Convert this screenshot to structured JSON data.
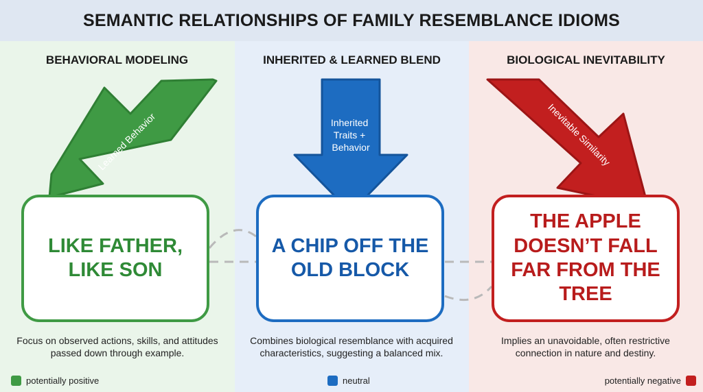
{
  "title": "SEMANTIC RELATIONSHIPS OF FAMILY RESEMBLANCE IDIOMS",
  "colors": {
    "green": "#3f9a44",
    "blue": "#1d6cc1",
    "red": "#c21f1f"
  },
  "columns": [
    {
      "heading": "BEHAVIORAL MODELING",
      "arrow_label": "Learned Behavior",
      "idiom": "LIKE FATHER, LIKE SON",
      "description": "Focus on observed actions, skills, and attitudes passed down through example.",
      "legend": "potentially positive"
    },
    {
      "heading": "INHERITED & LEARNED BLEND",
      "arrow_label_lines": [
        "Inherited",
        "Traits +",
        "Behavior"
      ],
      "idiom": "A CHIP OFF THE OLD BLOCK",
      "description": "Combines biological resemblance with acquired characteristics, suggesting a balanced mix.",
      "legend": "neutral"
    },
    {
      "heading": "BIOLOGICAL INEVITABILITY",
      "arrow_label": "Inevitable Similarity",
      "idiom": "THE APPLE DOESN’T FALL FAR FROM THE TREE",
      "description": "Implies an unavoidable, often restrictive connection in nature and destiny.",
      "legend": "potentially negative"
    }
  ]
}
